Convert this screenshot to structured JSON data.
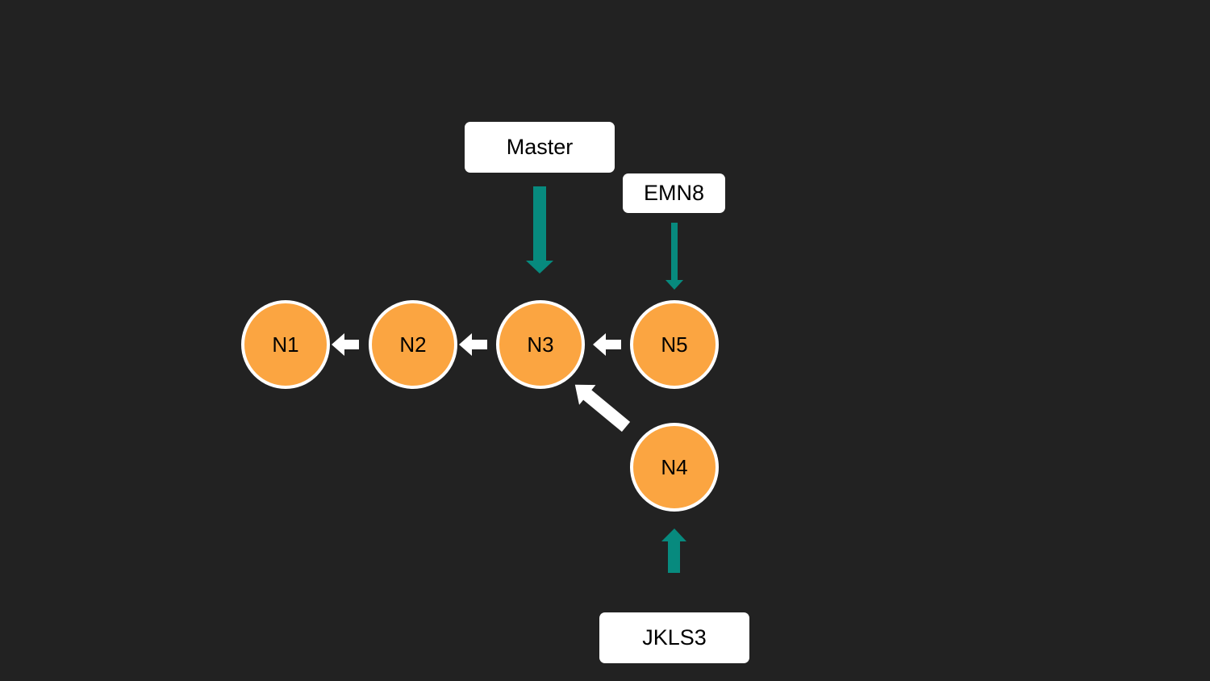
{
  "colors": {
    "background": "#222222",
    "node_fill": "#FBA541",
    "node_border": "#FFFFFF",
    "pointer_arrow": "#078A7E",
    "parent_arrow": "#FFFFFF",
    "label_background": "#FFFFFF",
    "text": "#000000"
  },
  "nodes": {
    "n1": "N1",
    "n2": "N2",
    "n3": "N3",
    "n4": "N4",
    "n5": "N5"
  },
  "labels": {
    "master": "Master",
    "emn8": "EMN8",
    "jkls3": "JKLS3"
  },
  "edges": [
    {
      "from": "N2",
      "to": "N1"
    },
    {
      "from": "N3",
      "to": "N2"
    },
    {
      "from": "N5",
      "to": "N3"
    },
    {
      "from": "N4",
      "to": "N3"
    }
  ],
  "pointers": [
    {
      "label": "Master",
      "target": "N3"
    },
    {
      "label": "EMN8",
      "target": "N5"
    },
    {
      "label": "JKLS3",
      "target": "N4"
    }
  ]
}
